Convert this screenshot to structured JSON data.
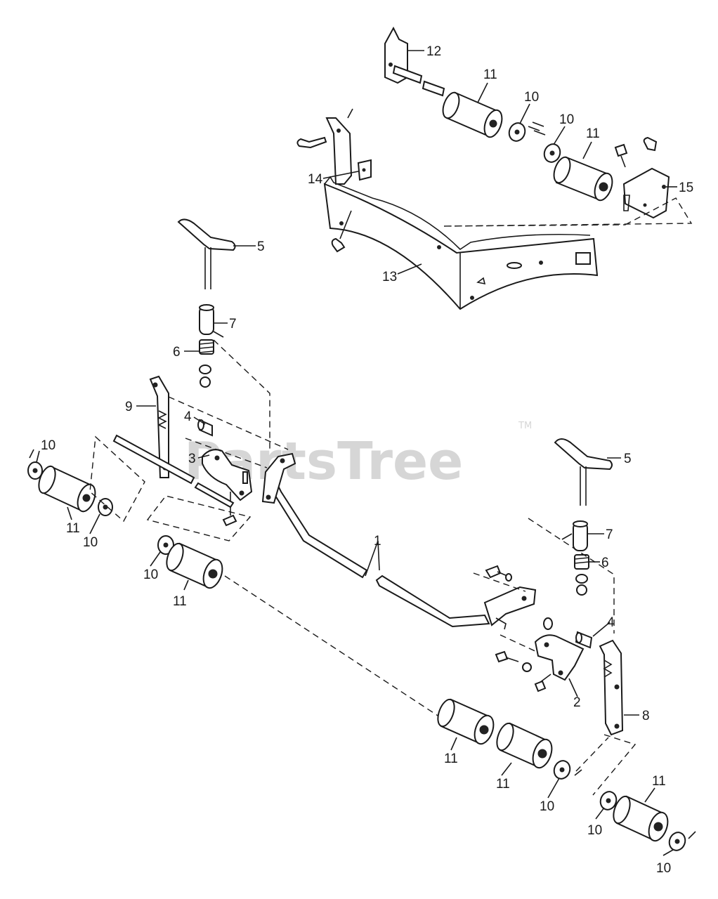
{
  "watermark": {
    "text": "PartsTree",
    "trademark": "TM"
  },
  "callouts": [
    {
      "id": "c12",
      "text": "12"
    },
    {
      "id": "c11a",
      "text": "11"
    },
    {
      "id": "c10a",
      "text": "10"
    },
    {
      "id": "c10b",
      "text": "10"
    },
    {
      "id": "c11b",
      "text": "11"
    },
    {
      "id": "c14",
      "text": "14"
    },
    {
      "id": "c15",
      "text": "15"
    },
    {
      "id": "c13",
      "text": "13"
    },
    {
      "id": "c5a",
      "text": "5"
    },
    {
      "id": "c7a",
      "text": "7"
    },
    {
      "id": "c6a",
      "text": "6"
    },
    {
      "id": "c9",
      "text": "9"
    },
    {
      "id": "c4a",
      "text": "4"
    },
    {
      "id": "c3",
      "text": "3"
    },
    {
      "id": "c10c",
      "text": "10"
    },
    {
      "id": "c11c",
      "text": "11"
    },
    {
      "id": "c10d",
      "text": "10"
    },
    {
      "id": "c10e",
      "text": "10"
    },
    {
      "id": "c11d",
      "text": "11"
    },
    {
      "id": "c1",
      "text": "1"
    },
    {
      "id": "c5b",
      "text": "5"
    },
    {
      "id": "c7b",
      "text": "7"
    },
    {
      "id": "c6b",
      "text": "6"
    },
    {
      "id": "c4b",
      "text": "4"
    },
    {
      "id": "c2",
      "text": "2"
    },
    {
      "id": "c8",
      "text": "8"
    },
    {
      "id": "c11e",
      "text": "11"
    },
    {
      "id": "c11f",
      "text": "11"
    },
    {
      "id": "c10f",
      "text": "10"
    },
    {
      "id": "c11g",
      "text": "11"
    },
    {
      "id": "c10g",
      "text": "10"
    },
    {
      "id": "c10h",
      "text": "10"
    }
  ]
}
